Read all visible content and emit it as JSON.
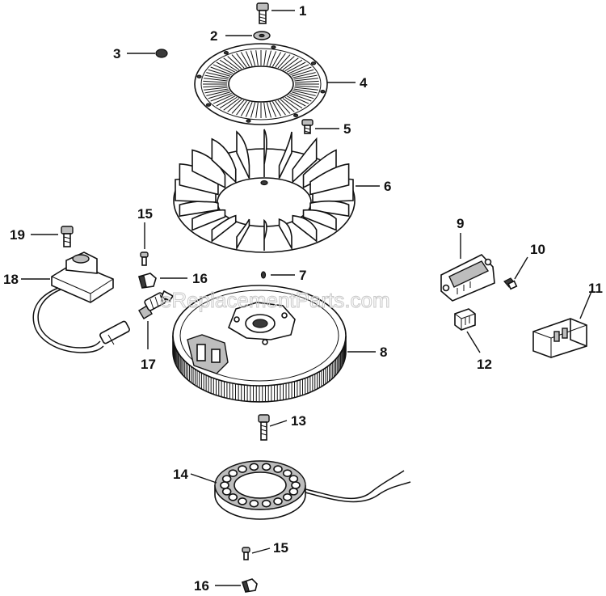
{
  "watermark": "eReplacementParts.com",
  "callouts": {
    "c1": "1",
    "c2": "2",
    "c3": "3",
    "c4": "4",
    "c5": "5",
    "c6": "6",
    "c7": "7",
    "c8": "8",
    "c9": "9",
    "c10": "10",
    "c11": "11",
    "c12": "12",
    "c13": "13",
    "c14": "14",
    "c15a": "15",
    "c15b": "15",
    "c16a": "16",
    "c16b": "16",
    "c17": "17",
    "c18": "18",
    "c19": "19"
  },
  "colors": {
    "line": "#111111",
    "background": "#ffffff",
    "watermark": "#c8c8c8"
  }
}
